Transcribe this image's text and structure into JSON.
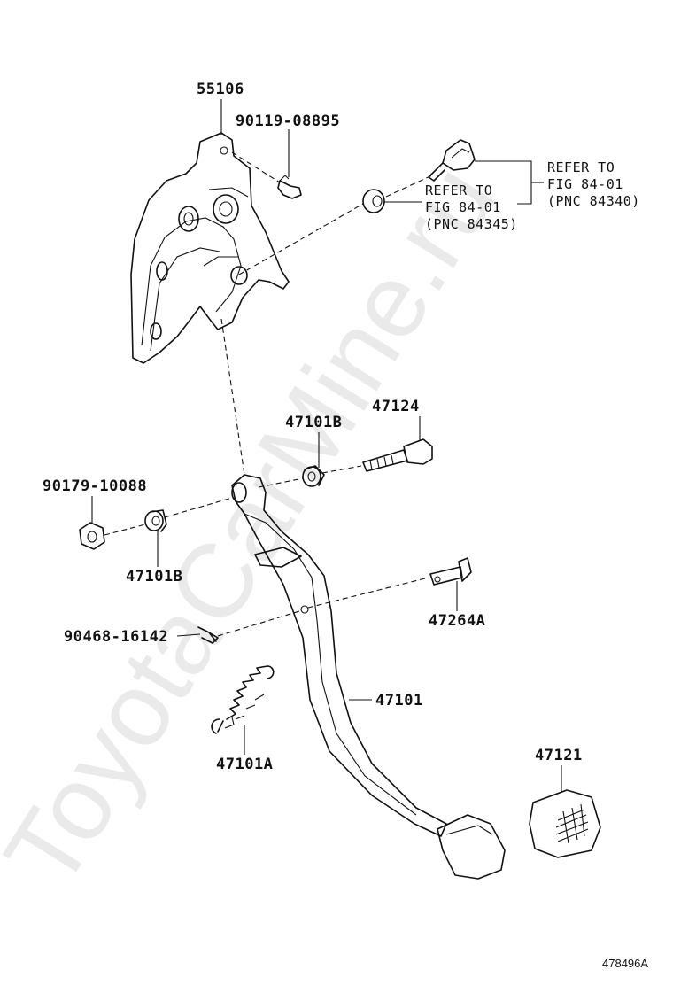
{
  "watermark": "ToyotaCarMine.ru",
  "figure_id": "478496A",
  "labels": {
    "bracket": "55106",
    "bolt_top": "90119-08895",
    "bushing_upper": "47101B",
    "bolt_pivot": "47124",
    "nut": "90179-10088",
    "bushing_lower": "47101B",
    "pin": "47264A",
    "clip": "90468-16142",
    "pedal": "47101",
    "spring": "47101A",
    "pad": "47121"
  },
  "refs": {
    "switch": {
      "line1": "REFER TO",
      "line2": "FIG 84-01",
      "line3": "(PNC 84340)"
    },
    "cushion": {
      "line1": "REFER TO",
      "line2": "FIG 84-01",
      "line3": "(PNC 84345)"
    }
  }
}
